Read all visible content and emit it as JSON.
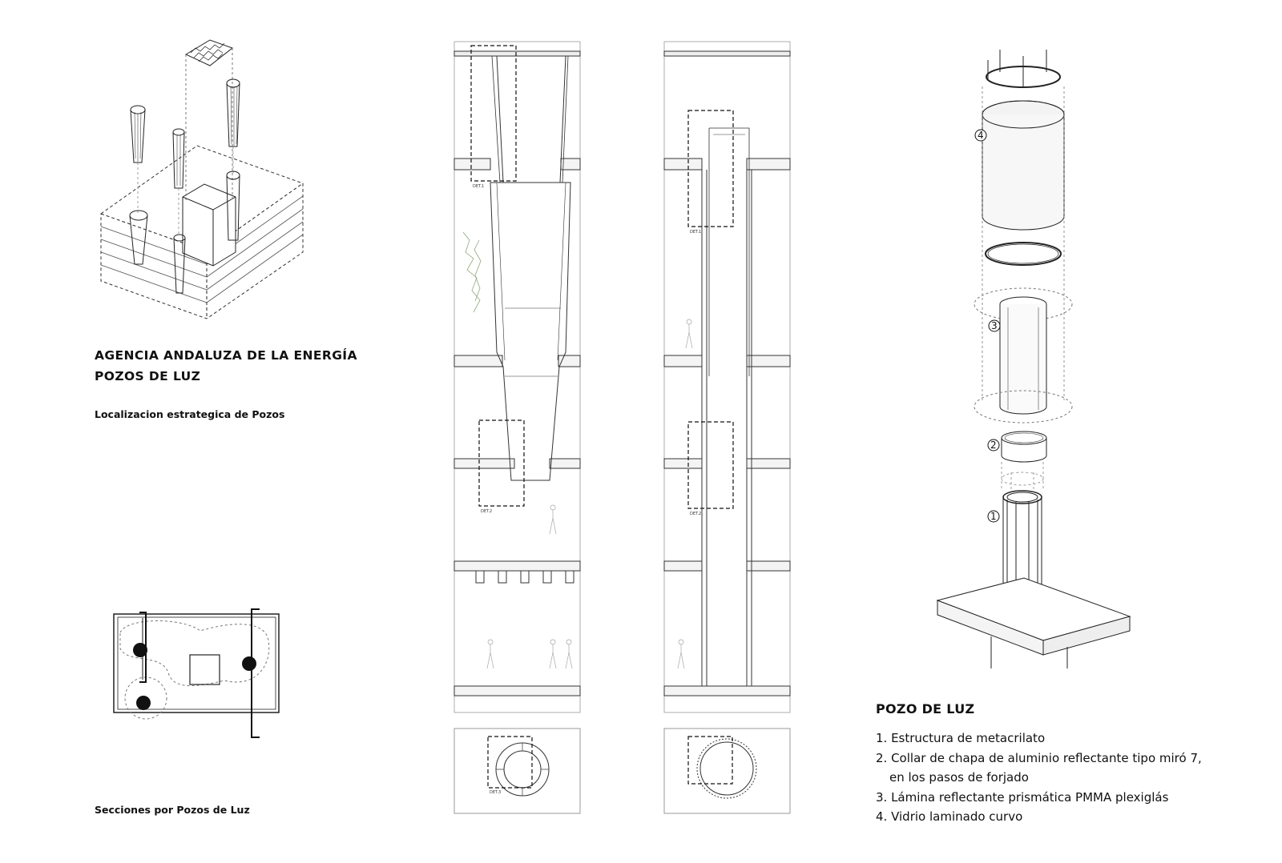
{
  "header": {
    "title_line1": "AGENCIA ANDALUZA DE LA ENERGÍA",
    "title_line2": "POZOS DE LUZ"
  },
  "captions": {
    "location": "Localizacion estrategica de Pozos",
    "sections": "Secciones por Pozos de Luz"
  },
  "detail_labels": [
    "DET.1",
    "DET.2",
    "DET.1",
    "DET.2",
    "DET.3"
  ],
  "components": {
    "title": "POZO DE LUZ",
    "items": [
      "1. Estructura de metacrilato",
      "2. Collar de chapa de aluminio reflectante tipo miró 7,",
      "en los pasos de forjado",
      "3. Lámina reflectante prismática PMMA plexiglás",
      "4. Vidrio laminado curvo"
    ],
    "markers": [
      "1",
      "2",
      "3",
      "4"
    ]
  }
}
